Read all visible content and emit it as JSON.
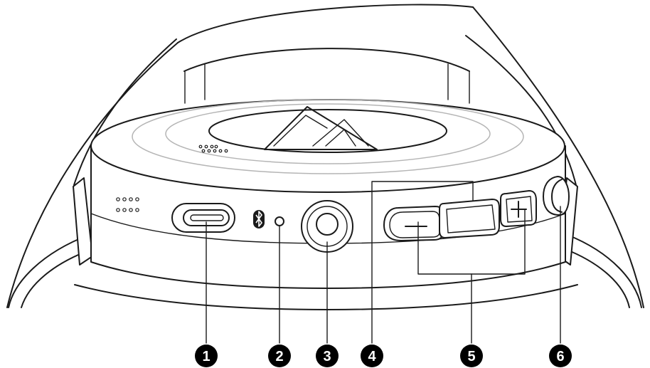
{
  "callouts": [
    {
      "num": "1"
    },
    {
      "num": "2"
    },
    {
      "num": "3"
    },
    {
      "num": "4"
    },
    {
      "num": "5"
    },
    {
      "num": "6"
    }
  ],
  "colors": {
    "line": "#1a1a1a",
    "gray": "#b5b5b5",
    "marker": "#000000"
  }
}
